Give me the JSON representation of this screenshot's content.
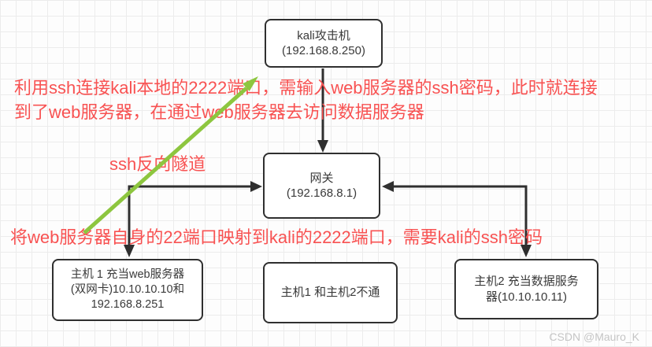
{
  "colors": {
    "connector_black": "#2f2f2f",
    "annotation_red": "#f85252",
    "tunnel_green": "#8dc63f",
    "watermark_gray": "#c5c5c5"
  },
  "nodes": {
    "kali": {
      "lines": [
        "kali攻击机",
        "(192.168.8.250)"
      ]
    },
    "gateway": {
      "lines": [
        "网关",
        "(192.168.8.1)"
      ]
    },
    "host1": {
      "lines": [
        "主机 1 充当web服务器",
        "(双网卡)10.10.10.10和",
        "192.168.8.251"
      ]
    },
    "isolation": {
      "lines": [
        "主机1 和主机2不通"
      ]
    },
    "host2": {
      "lines": [
        "主机2 充当数据服务",
        "器(10.10.10.11)"
      ]
    }
  },
  "annotations": {
    "tunnel_usage": {
      "line1": "利用ssh连接kali本地的2222端口，需输入web服务器的ssh密码，此时就连接",
      "line2": "到了web服务器，在通过web服务器去访问数据服务器"
    },
    "tunnel_label": {
      "text": "ssh反向隧道"
    },
    "port_mapping": {
      "text": "将web服务器自身的22端口映射到kali的2222端口，需要kali的ssh密码"
    }
  },
  "watermark": {
    "text": "CSDN @Mauro_K"
  }
}
